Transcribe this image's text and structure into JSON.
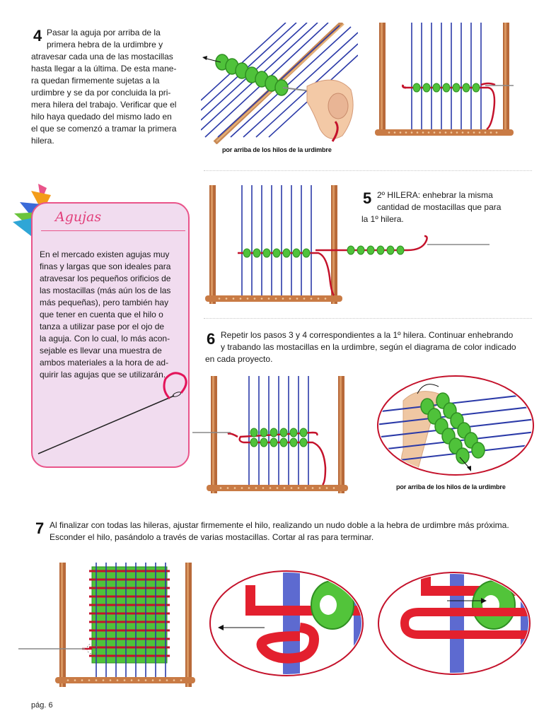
{
  "steps": {
    "step4": {
      "number": "4",
      "lines": [
        "Pasar la aguja por arriba de la",
        "primera hebra de la urdimbre y",
        "atravesar cada una de las mostacillas",
        "hasta llegar a la última. De esta mane-",
        "ra quedan firmemente sujetas a la",
        "urdimbre y se da por concluida la pri-",
        "mera hilera del trabajo. Verificar que el",
        "hilo haya  quedado del mismo lado en",
        "el que se comenzó a tramar la primera",
        "hilera."
      ],
      "caption": "por arriba de los hilos de la urdimbre"
    },
    "step5": {
      "number": "5",
      "lines": [
        "2º HILERA: enhebrar la misma",
        "cantidad de mostacillas que para",
        "la 1º hilera."
      ]
    },
    "step6": {
      "number": "6",
      "lines": [
        "Repetir los pasos 3 y 4 correspondientes a la 1º hilera. Continuar enhebrando",
        "y trabando las mostacillas en la urdimbre, según el diagrama de color indicado",
        "en cada proyecto."
      ],
      "caption": "por arriba de los hilos de la urdimbre"
    },
    "step7": {
      "number": "7",
      "lines": [
        "Al finalizar con todas las hileras, ajustar firmemente el hilo, realizando un nudo doble a la hebra de urdimbre más próxima.",
        "Esconder el hilo, pasándolo a través de varias mostacillas. Cortar al ras para terminar."
      ]
    }
  },
  "agujas": {
    "title": "Agujas",
    "lines": [
      "En el mercado existen agujas muy",
      "finas y largas que son ideales para",
      "atravesar los pequeños orificios de",
      "las mostacillas (más aún los de las",
      "más pequeñas), pero también hay",
      "que tener en cuenta que el hilo o",
      "tanza a utilizar pase por el ojo de",
      "la aguja. Con lo cual, lo más acon-",
      "sejable es llevar una muestra de",
      "ambos materiales a la hora de ad-",
      "quirir las agujas que se utilizarán."
    ]
  },
  "footer": {
    "page": "pág. 6"
  },
  "colors": {
    "warp": "#2b3aa8",
    "bead": "#4fc23a",
    "bead_dark": "#2f8f22",
    "thread": "#c4122b",
    "wood": "#b86a3a",
    "wood_dark": "#8a4822",
    "accent_pink": "#e9548a"
  }
}
